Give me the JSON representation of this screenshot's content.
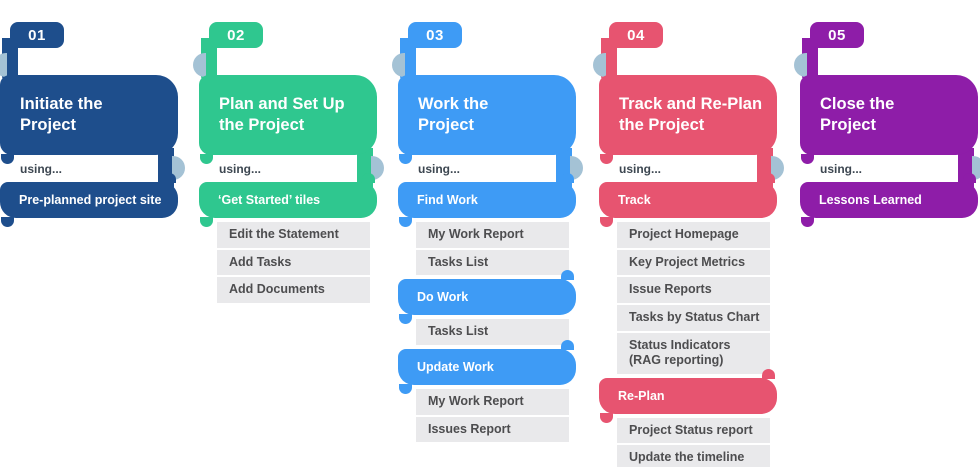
{
  "palette": {
    "ring": "#a4c2d5",
    "list_bg": "#e9e9eb",
    "list_text": "#4d4d4f",
    "using_text": "#3d4751",
    "background": "#ffffff"
  },
  "columns": [
    {
      "number": "01",
      "color": "#1e4e8c",
      "title": "Initiate the\nProject",
      "using_label": "using...",
      "groups": [
        {
          "label": "Pre-planned project site",
          "items": []
        }
      ]
    },
    {
      "number": "02",
      "color": "#2fc78f",
      "title": "Plan and Set Up\nthe Project",
      "using_label": "using...",
      "groups": [
        {
          "label": "‘Get Started’ tiles",
          "items": [
            "Edit the Statement",
            "Add Tasks",
            "Add Documents"
          ]
        }
      ]
    },
    {
      "number": "03",
      "color": "#3e9bf5",
      "title": "Work the\nProject",
      "using_label": "using...",
      "groups": [
        {
          "label": "Find Work",
          "items": [
            "My Work Report",
            "Tasks List"
          ]
        },
        {
          "label": "Do Work",
          "items": [
            "Tasks List"
          ]
        },
        {
          "label": "Update Work",
          "items": [
            "My Work Report",
            "Issues Report"
          ]
        }
      ]
    },
    {
      "number": "04",
      "color": "#e75470",
      "title": "Track and Re-Plan\nthe Project",
      "using_label": "using...",
      "groups": [
        {
          "label": "Track",
          "items": [
            "Project Homepage",
            "Key Project Metrics",
            "Issue Reports",
            "Tasks by Status Chart",
            "Status Indicators\n(RAG reporting)"
          ]
        },
        {
          "label": "Re-Plan",
          "items": [
            "Project Status report",
            "Update the timeline"
          ]
        }
      ]
    },
    {
      "number": "05",
      "color": "#8e1da8",
      "title": "Close the\nProject",
      "using_label": "using...",
      "groups": [
        {
          "label": "Lessons Learned",
          "items": []
        }
      ]
    }
  ]
}
